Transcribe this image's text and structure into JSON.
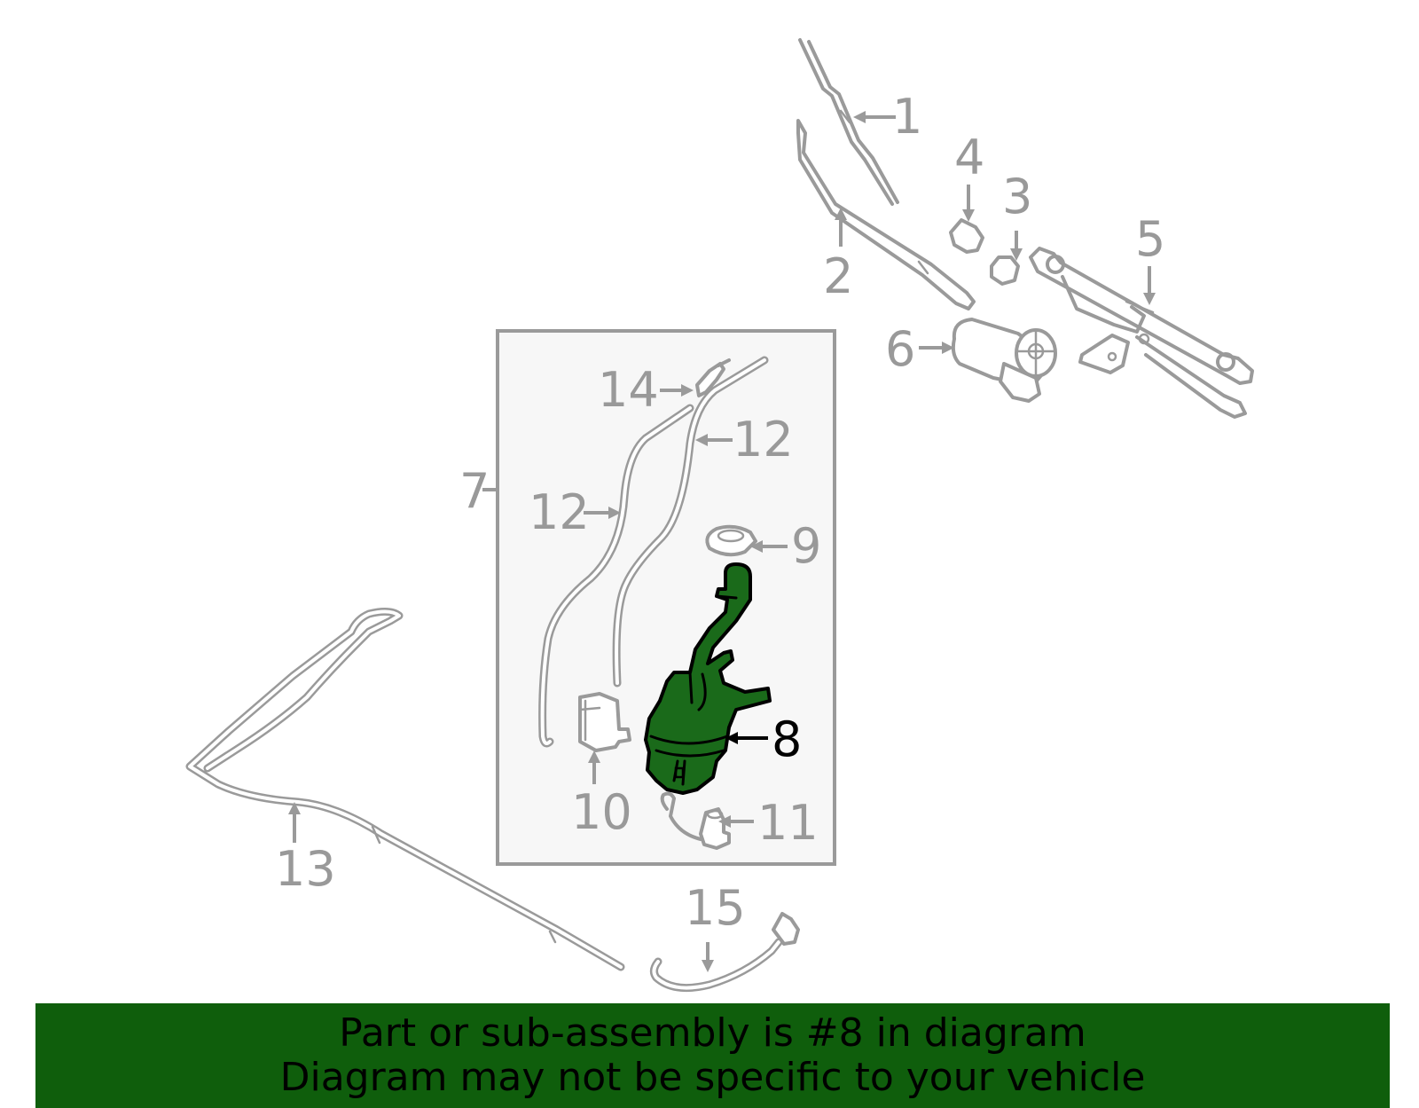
{
  "callouts": {
    "c1": "1",
    "c2": "2",
    "c3": "3",
    "c4": "4",
    "c5": "5",
    "c6": "6",
    "c7": "7",
    "c8": "8",
    "c9": "9",
    "c10": "10",
    "c11": "11",
    "c12a": "12",
    "c12b": "12",
    "c13": "13",
    "c14": "14",
    "c15": "15"
  },
  "highlight": {
    "part": "8",
    "color": "#1a6a1a"
  },
  "banner": {
    "line1": "Part or sub-assembly is #8 in diagram",
    "line2": "Diagram may not be specific to your vehicle",
    "background": "#0f5e0c"
  }
}
